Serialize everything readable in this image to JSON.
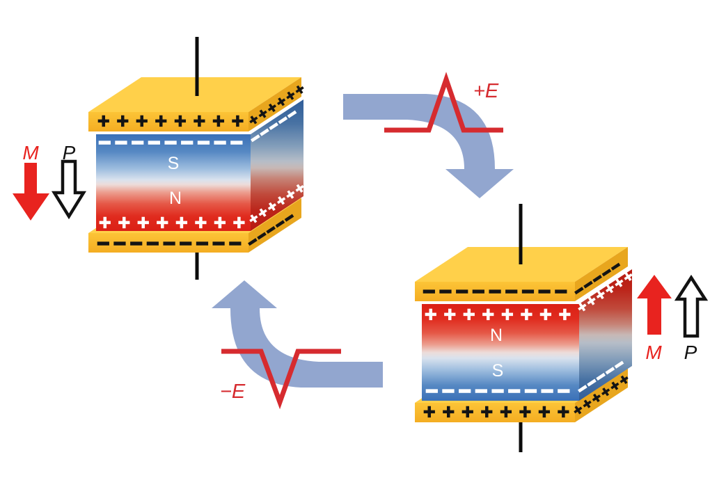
{
  "pulses": {
    "positive": "+E",
    "negative": "−E"
  },
  "stack_a": {
    "magnet_top": "S",
    "magnet_bottom": "N",
    "m_label": "M",
    "p_label": "P",
    "top_electrode": {
      "front": "++++++++",
      "side": "++++++"
    },
    "ferroelectric_top": {
      "front": "–––––––––",
      "side": "–––––"
    },
    "ferroelectric_bottom": {
      "front": "++++++++",
      "side": "++++++"
    },
    "bottom_electrode": {
      "front": "–––––––––",
      "side": "–––––"
    }
  },
  "stack_b": {
    "magnet_top": "N",
    "magnet_bottom": "S",
    "m_label": "M",
    "p_label": "P",
    "top_electrode": {
      "front": "–––––––––",
      "side": "–––––"
    },
    "ferroelectric_top": {
      "front": "++++++++",
      "side": "++++++"
    },
    "ferroelectric_bottom": {
      "front": "–––––––––",
      "side": "–––––"
    },
    "bottom_electrode": {
      "front": "++++++++",
      "side": "++++++"
    }
  },
  "colors": {
    "magnet_north_red": "#db2015",
    "magnet_south_blue": "#3a70b7",
    "electrode_yellow_top": "#ffd04a",
    "electrode_yellow_front": "#f8bb2c",
    "cycle_arrow_blue": "#92a6cf",
    "magnetization_red": "#e8231f",
    "pulse_red": "#d62b2f",
    "polarization_outline": "#121212"
  }
}
